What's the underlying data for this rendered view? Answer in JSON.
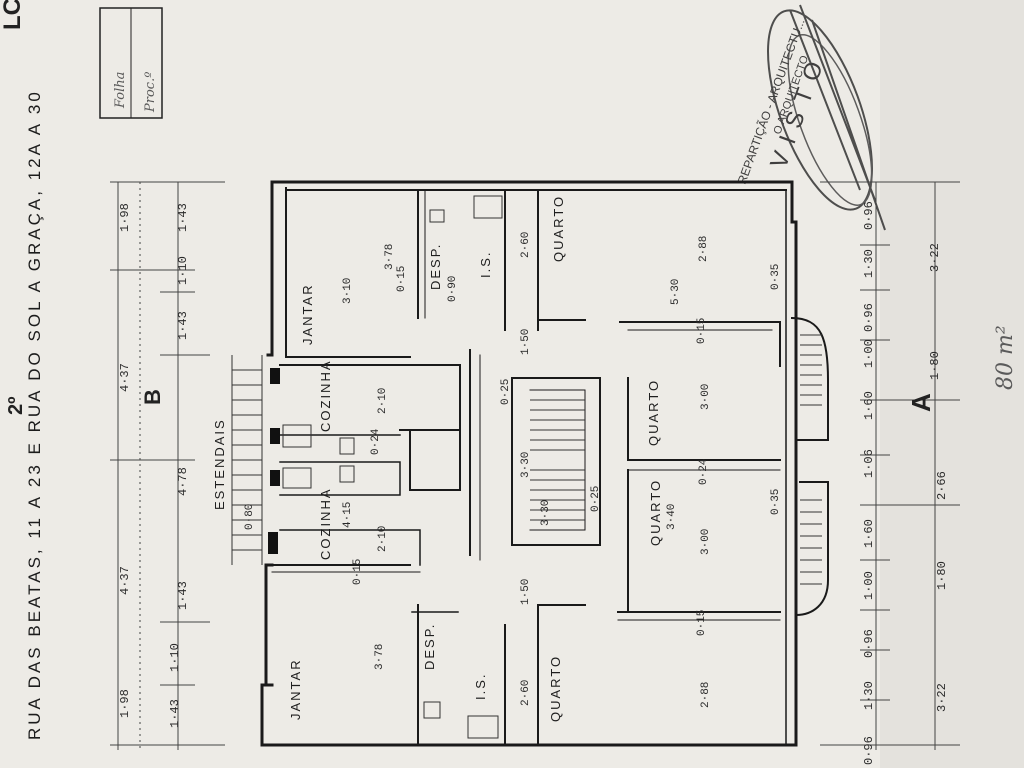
{
  "sheet": {
    "street_line": "RUA DAS BEATAS, 11 A 23  E  RUA DO SOL A GRAÇA, 12A A 30",
    "floor_mark": "2º",
    "corner_code": "LC",
    "folha_label": "Folha",
    "proc_label": "Proc.º",
    "area_note": "80 m²",
    "section_a": "A",
    "section_b": "B",
    "stamp_text_1": "REPARTIÇÃO - ARQUITECTU...",
    "stamp_text_2": "O ARQUITECTO",
    "stamp_text_3": "VISTO"
  },
  "rooms": {
    "jantar_top": "JANTAR",
    "jantar_bottom": "JANTAR",
    "cozinha_top": "COZINHA",
    "cozinha_bottom": "COZINHA",
    "desp_top": "DESP.",
    "desp_bottom": "DESP.",
    "is_top": "I.S.",
    "is_bottom": "I.S.",
    "quarto_1": "QUARTO",
    "quarto_2": "QUARTO",
    "quarto_3": "QUARTO",
    "quarto_4": "QUARTO",
    "estendais": "ESTENDAIS"
  },
  "dimensions": {
    "d_378_top": "3·78",
    "d_310": "3·10",
    "d_015_a": "0·15",
    "d_090": "0·90",
    "d_260_top": "2·60",
    "d_288_top": "2·88",
    "d_530": "5·30",
    "d_035_a": "0·35",
    "d_015_b": "0·15",
    "d_210_a": "2·10",
    "d_024_a": "0·24",
    "d_025_a": "0·25",
    "d_300_a": "3·00",
    "d_024_b": "0·24",
    "d_330_a": "3·30",
    "d_330_b": "3·30",
    "d_340": "3·40",
    "d_300_b": "3·00",
    "d_035_b": "0·35",
    "d_415": "4·15",
    "d_210_b": "2·10",
    "d_080": "0·80",
    "d_378_bottom": "3·78",
    "d_260_bottom": "2·60",
    "d_288_bottom": "2·88",
    "d_150_a": "1·50",
    "d_150_b": "1·50",
    "d_015_c": "0·15",
    "d_015_d": "0·15",
    "d_025_b": "0·25",
    "left_198_top": "1·98",
    "left_143_a": "1·43",
    "left_110_a": "1·10",
    "left_143_b": "1·43",
    "left_437_a": "4·37",
    "left_478": "4·78",
    "left_437_b": "4·37",
    "left_143_c": "1·43",
    "left_110_b": "1·10",
    "left_143_d": "1·43",
    "left_198_bottom": "1·98",
    "right_096_top": "0·96",
    "right_130_a": "1·30",
    "right_096_b": "0·96",
    "right_100_a": "1·00",
    "right_160_a": "1·60",
    "right_106": "1·06",
    "right_160_b": "1·60",
    "right_100_b": "1·00",
    "right_096_c": "0·96",
    "right_130_b": "1·30",
    "right_096_d": "0·96",
    "right_322_top": "3·22",
    "right_180_a": "1·80",
    "right_266": "2·66",
    "right_180_b": "1·80",
    "right_322_bottom": "3·22"
  }
}
